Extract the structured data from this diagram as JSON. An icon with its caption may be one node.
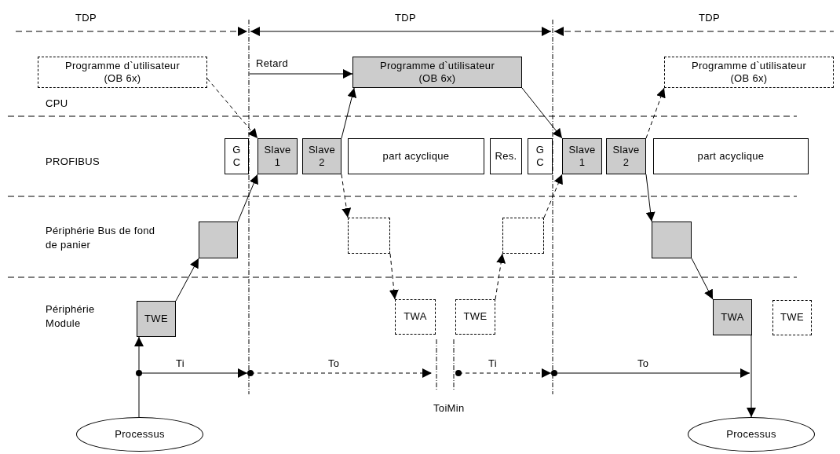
{
  "diagram": {
    "nodes": [
      {
        "text": [
          "Programme d`utilisateur (OB 6x)"
        ]
      },
      {
        "text": [
          "Programme d`utilisateur (OB 6x)"
        ]
      },
      {
        "text": [
          "Programme d`utilisateur (OB 6x)"
        ]
      },
      {
        "text": [
          "G C"
        ]
      },
      {
        "text": [
          "Slave 1"
        ]
      },
      {
        "text": [
          "Slave 2"
        ]
      },
      {
        "text": [
          "part acyclique"
        ]
      },
      {
        "text": [
          "Res."
        ]
      },
      {
        "text": [
          "G C"
        ]
      },
      {
        "text": [
          "Slave 1"
        ]
      },
      {
        "text": [
          "Slave 2"
        ]
      },
      {
        "text": [
          "part acyclique"
        ]
      },
      {
        "text": [],
        "shape": "box"
      },
      {
        "text": [],
        "shape": "box"
      },
      {
        "text": [],
        "shape": "box"
      },
      {
        "text": [],
        "shape": "box"
      },
      {
        "text": [
          "TWE"
        ]
      },
      {
        "text": [
          "TWA"
        ]
      },
      {
        "text": [
          "TWE"
        ]
      },
      {
        "text": [
          "TWA"
        ]
      },
      {
        "text": [
          "TWE"
        ]
      },
      {
        "text": [
          "Processus"
        ]
      },
      {
        "text": [
          "Processus"
        ]
      }
    ],
    "edges": [
      {
        "from": null,
        "to": 1,
        "arrow": "to",
        "label": "Retard"
      },
      {
        "from": 0,
        "to": 4,
        "arrow": "to",
        "style": "dashed"
      },
      {
        "from": 5,
        "to": 1,
        "arrow": "to"
      },
      {
        "from": 5,
        "to": 13,
        "arrow": "to",
        "style": "dashed"
      },
      {
        "from": 13,
        "to": 17,
        "arrow": "to",
        "style": "dashed"
      },
      {
        "from": 1,
        "to": 9,
        "arrow": "to"
      },
      {
        "from": 18,
        "to": 14,
        "arrow": "to",
        "style": "dashed"
      },
      {
        "from": 14,
        "to": 9,
        "arrow": "to",
        "style": "dashed"
      },
      {
        "from": 10,
        "to": 2,
        "arrow": "to",
        "style": "dashed"
      },
      {
        "from": 10,
        "to": 15,
        "arrow": "to"
      },
      {
        "from": 15,
        "to": 19,
        "arrow": "to"
      },
      {
        "from": 16,
        "to": 12,
        "arrow": "to"
      },
      {
        "from": 12,
        "to": 4,
        "arrow": "to"
      },
      {
        "from": 21,
        "to": 16,
        "arrow": "to"
      },
      {
        "from": 19,
        "to": 22,
        "arrow": "to"
      }
    ],
    "labels": [
      "TDP",
      "TDP",
      "TDP",
      "CPU",
      "PROFIBUS",
      "Périphérie Bus de fond de panier",
      "Périphérie Module",
      "Ti",
      "To",
      "Ti",
      "To",
      "ToiMin"
    ]
  }
}
